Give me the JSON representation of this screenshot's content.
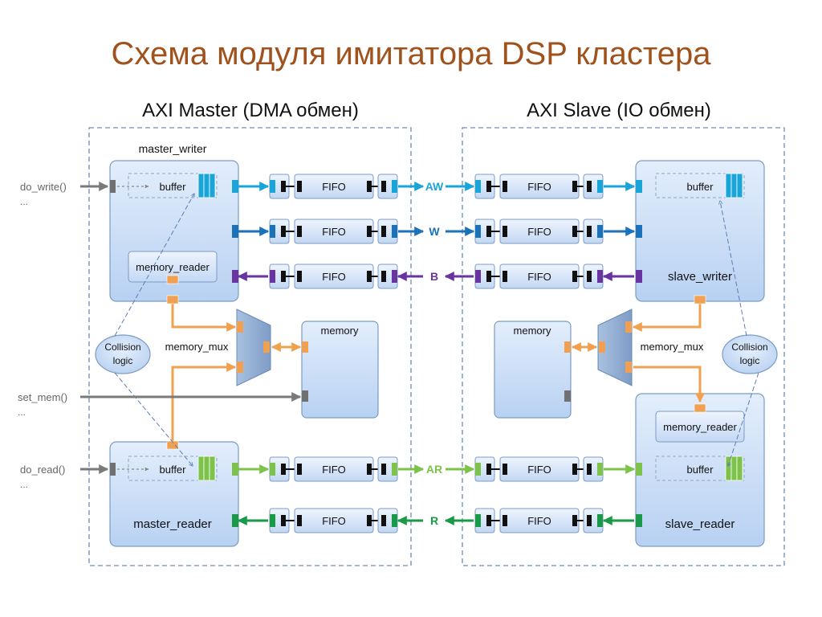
{
  "title": "Схема модуля имитатора DSP кластера",
  "left_section": {
    "heading": "AXI Master (DMA обмен)"
  },
  "right_section": {
    "heading": "AXI Slave (IO обмен)"
  },
  "blocks": {
    "master_writer": "master_writer",
    "master_reader": "master_reader",
    "slave_writer": "slave_writer",
    "slave_reader": "slave_reader",
    "memory": "memory",
    "memory_mux": "memory_mux",
    "memory_reader": "memory_reader",
    "buffer": "buffer",
    "fifo": "FIFO",
    "collision": [
      "Collision",
      "logic"
    ]
  },
  "calls": {
    "do_write": "do_write()",
    "set_mem": "set_mem()",
    "do_read": "do_read()",
    "ellipsis": "..."
  },
  "channels": [
    {
      "label": "AW",
      "color": "#1aa5d8",
      "direction": "to-slave"
    },
    {
      "label": "W",
      "color": "#1b72b8",
      "direction": "to-slave"
    },
    {
      "label": "B",
      "color": "#6a34a0",
      "direction": "to-master"
    },
    {
      "label": "AR",
      "color": "#7dc24a",
      "direction": "to-slave"
    },
    {
      "label": "R",
      "color": "#1a9a48",
      "direction": "to-master"
    }
  ],
  "colors": {
    "title": "#a0521d",
    "memory_link": "#f0a050",
    "call_line": "#7a7a7a",
    "dashed_border": "#6f8db3",
    "block_fill": "#c7dcf6",
    "block_stroke": "#7c9bc4"
  }
}
